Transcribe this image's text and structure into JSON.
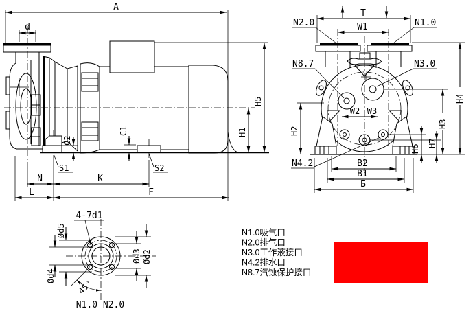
{
  "side_view": {
    "dim_a": "A",
    "dim_d": "d",
    "dim_c2": "C2",
    "dim_c1": "C1",
    "label_s1": "S1",
    "label_s2": "S2",
    "dim_n": "N",
    "dim_k": "K",
    "dim_l": "L",
    "dim_f": "F",
    "dim_h1": "H1",
    "dim_h5": "H5"
  },
  "end_view": {
    "dim_t": "T",
    "dim_w1": "W1",
    "port_n2": "N2.0",
    "port_n1": "N1.0",
    "port_n87": "N8.7",
    "port_n3": "N3.0",
    "port_n42": "N4.2",
    "dim_h2": "H2",
    "dim_h3": "H3",
    "dim_h4": "H4",
    "dim_h6": "H6",
    "dim_h7": "H7",
    "dim_w2": "W2",
    "dim_w3": "W3",
    "dim_b2": "B2",
    "dim_b1": "B1",
    "dim_b": "Б"
  },
  "flange_view": {
    "holes": "4-7d1",
    "dia_d5": "Ød5",
    "dia_d4": "Ød4",
    "dia_d3": "Ød3",
    "dia_d2": "Ød2",
    "angle": "45°",
    "caption": "N1.0 N2.0"
  },
  "legend": {
    "items": [
      {
        "label": "N1.0吸气口"
      },
      {
        "label": "N2.0排气口"
      },
      {
        "label": "N3.0工作液接口"
      },
      {
        "label": "N4.2排水口"
      },
      {
        "label": "N8.7汽蚀保护接口"
      }
    ],
    "swatch_color": "#ff0000"
  }
}
